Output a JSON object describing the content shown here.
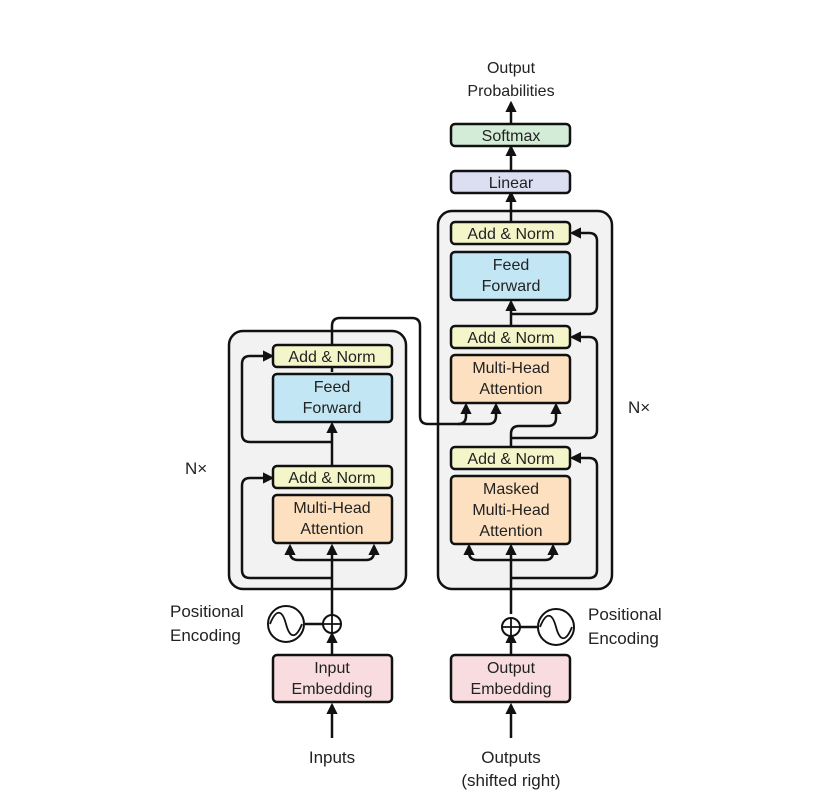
{
  "colors": {
    "add_norm": "#f4f6c9",
    "feed_forward": "#c3e6f5",
    "attention": "#fde0bf",
    "embedding": "#f9dcdf",
    "linear": "#dcdff2",
    "softmax": "#d3ecd7",
    "stack_bg": "#f2f2f2",
    "stroke": "#111111"
  },
  "top": {
    "output_line1": "Output",
    "output_line2": "Probabilities",
    "softmax": "Softmax",
    "linear": "Linear"
  },
  "encoder": {
    "repeat": "N×",
    "add_norm_top": "Add & Norm",
    "ff_line1": "Feed",
    "ff_line2": "Forward",
    "add_norm_bottom": "Add & Norm",
    "mha_line1": "Multi-Head",
    "mha_line2": "Attention",
    "pos_line1": "Positional",
    "pos_line2": "Encoding",
    "emb_line1": "Input",
    "emb_line2": "Embedding",
    "input": "Inputs"
  },
  "decoder": {
    "repeat": "N×",
    "add_norm_top": "Add & Norm",
    "ff_line1": "Feed",
    "ff_line2": "Forward",
    "add_norm_mid": "Add & Norm",
    "mha_line1": "Multi-Head",
    "mha_line2": "Attention",
    "add_norm_bottom": "Add & Norm",
    "mmha_line1": "Masked",
    "mmha_line2": "Multi-Head",
    "mmha_line3": "Attention",
    "pos_line1": "Positional",
    "pos_line2": "Encoding",
    "emb_line1": "Output",
    "emb_line2": "Embedding",
    "input_line1": "Outputs",
    "input_line2": "(shifted right)"
  }
}
